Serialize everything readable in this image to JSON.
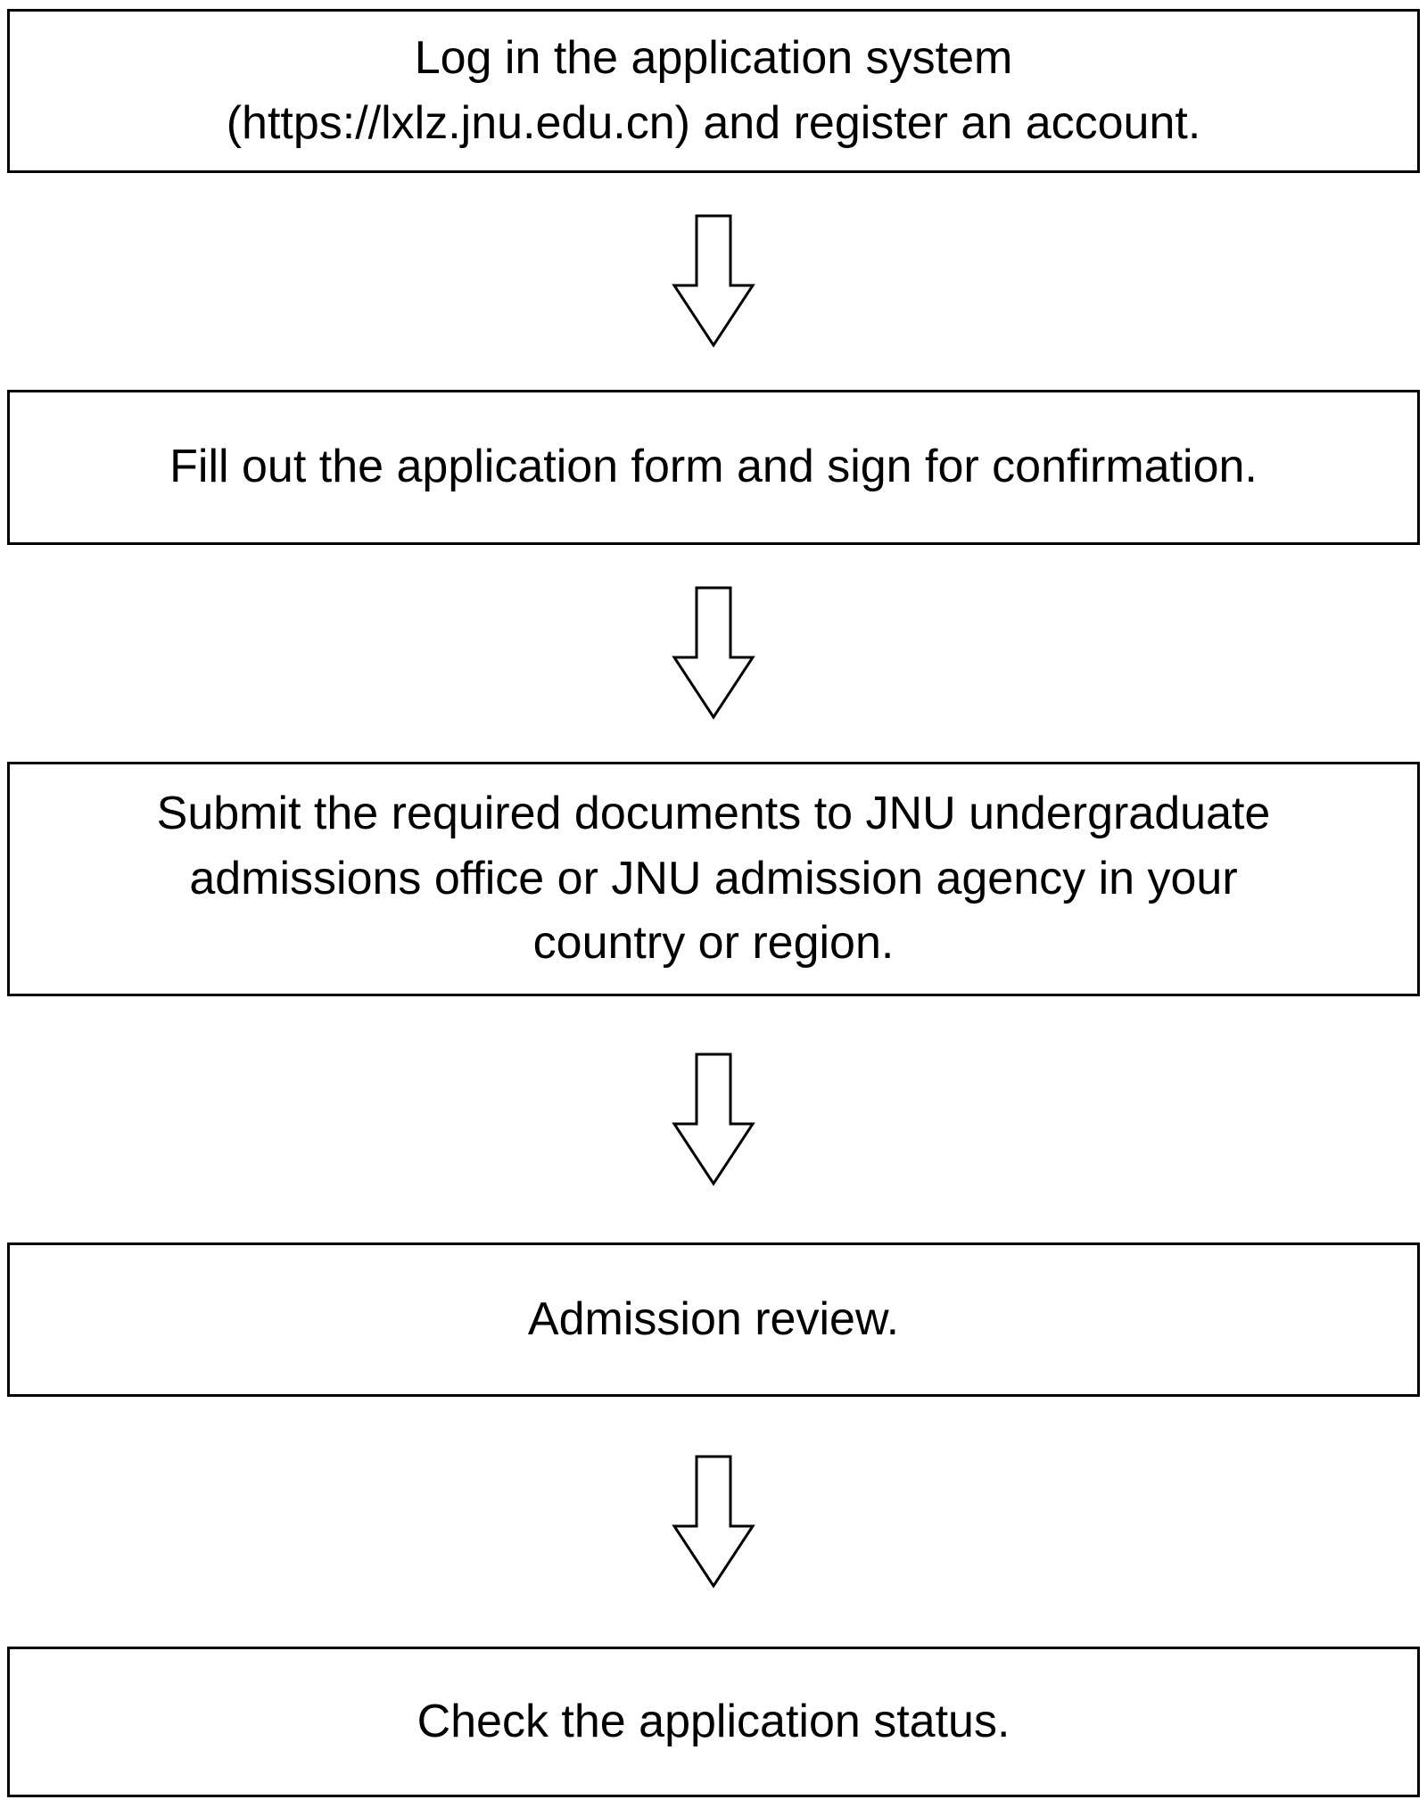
{
  "page": {
    "background_color": "#ffffff",
    "line_color": "#000000"
  },
  "flowchart": {
    "type": "vertical-process-flow",
    "connector_icon": "down-arrow",
    "steps": [
      {
        "order": 1,
        "lines": [
          "Log in the application system",
          "(https://lxlz.jnu.edu.cn) and register an account."
        ]
      },
      {
        "order": 2,
        "lines": [
          "Fill out the application form and sign for confirmation."
        ]
      },
      {
        "order": 3,
        "lines": [
          "Submit the required documents to JNU undergraduate",
          "admissions office or JNU admission agency in your",
          "country or region."
        ]
      },
      {
        "order": 4,
        "lines": [
          "Admission review."
        ]
      },
      {
        "order": 5,
        "lines": [
          "Check the application status."
        ]
      }
    ]
  }
}
